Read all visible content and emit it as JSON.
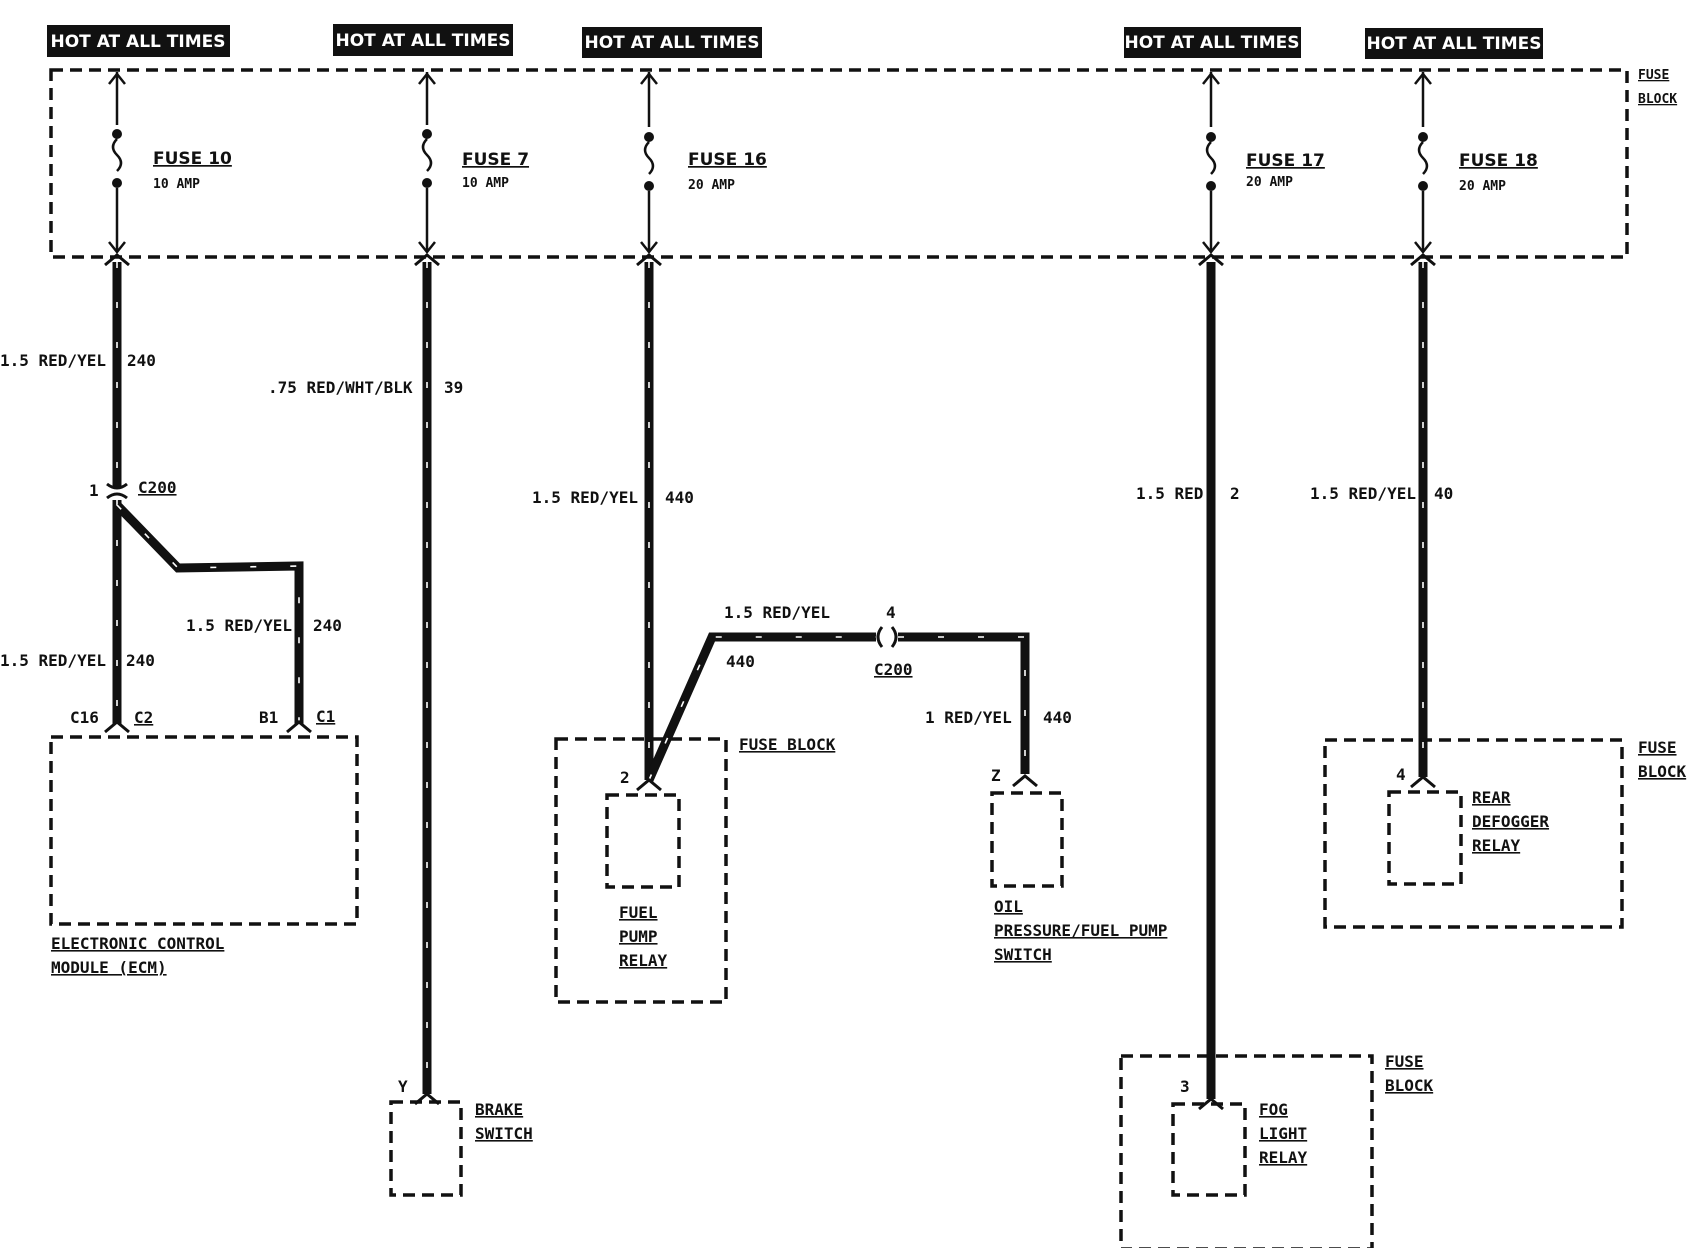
{
  "hot_labels": [
    "HOT AT ALL TIMES",
    "HOT AT ALL TIMES",
    "HOT AT ALL TIMES",
    "HOT AT ALL TIMES",
    "HOT AT ALL TIMES"
  ],
  "fuse_block_label": [
    "FUSE",
    "BLOCK"
  ],
  "fuses": [
    {
      "name": "FUSE 10",
      "rating": "10 AMP"
    },
    {
      "name": "FUSE 7",
      "rating": "10 AMP"
    },
    {
      "name": "FUSE 16",
      "rating": "20 AMP"
    },
    {
      "name": "FUSE 17",
      "rating": "20 AMP"
    },
    {
      "name": "FUSE 18",
      "rating": "20 AMP"
    }
  ],
  "wires": {
    "w1_top": {
      "gauge_color": "1.5 RED/YEL",
      "circuit": "240"
    },
    "w1_ecm": {
      "gauge_color": "1.5 RED/YEL",
      "circuit": "240"
    },
    "w1_branch": {
      "gauge_color": "1.5 RED/YEL",
      "circuit": "240"
    },
    "w2": {
      "gauge_color": ".75 RED/WHT/BLK",
      "circuit": "39"
    },
    "w3": {
      "gauge_color": "1.5 RED/YEL",
      "circuit": "440"
    },
    "w3_branch": {
      "gauge_color": "1.5 RED/YEL",
      "circuit": "440"
    },
    "w3_oil": {
      "gauge_color": "1 RED/YEL",
      "circuit": "440"
    },
    "w4": {
      "gauge_color": "1.5 RED",
      "circuit": "2"
    },
    "w5": {
      "gauge_color": "1.5 RED/YEL",
      "circuit": "40"
    }
  },
  "connectors": {
    "c200_a": {
      "name": "C200",
      "pin": "1"
    },
    "c200_b": {
      "name": "C200",
      "pin": "4"
    }
  },
  "ecm": {
    "pins": [
      "C16",
      "C2",
      "B1",
      "C1"
    ],
    "label": [
      "ELECTRONIC CONTROL",
      "MODULE (ECM)"
    ]
  },
  "fuel_pump_relay": {
    "pin": "2",
    "label": [
      "FUEL",
      "PUMP",
      "RELAY"
    ],
    "block_label": "FUSE BLOCK"
  },
  "oil_switch": {
    "pin": "Z",
    "label": [
      "OIL",
      "PRESSURE/FUEL PUMP",
      "SWITCH"
    ]
  },
  "brake_switch": {
    "pin": "Y",
    "label": [
      "BRAKE",
      "SWITCH"
    ]
  },
  "fog_relay": {
    "pin": "3",
    "label": [
      "FOG",
      "LIGHT",
      "RELAY"
    ],
    "block_label": [
      "FUSE",
      "BLOCK"
    ]
  },
  "defog_relay": {
    "pin": "4",
    "label": [
      "REAR",
      "DEFOGGER",
      "RELAY"
    ],
    "block_label": [
      "FUSE",
      "BLOCK"
    ]
  }
}
